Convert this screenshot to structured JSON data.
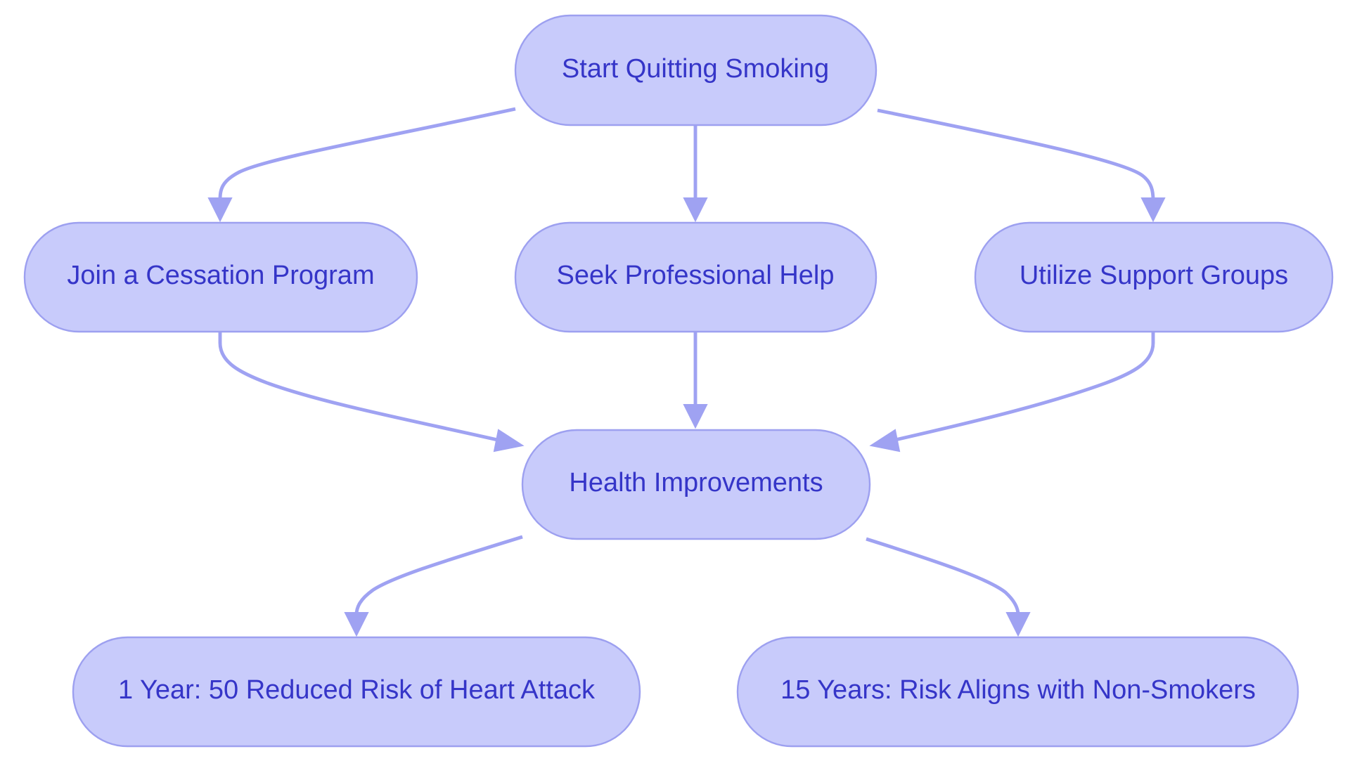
{
  "diagram": {
    "nodes": {
      "start": "Start Quitting Smoking",
      "cessation": "Join a Cessation Program",
      "professional": "Seek Professional Help",
      "support": "Utilize Support Groups",
      "health": "Health Improvements",
      "one_year": "1 Year: 50 Reduced Risk of Heart Attack",
      "fifteen_years": "15 Years: Risk Aligns with Non-Smokers"
    },
    "edges": [
      {
        "from": "start",
        "to": "cessation"
      },
      {
        "from": "start",
        "to": "professional"
      },
      {
        "from": "start",
        "to": "support"
      },
      {
        "from": "cessation",
        "to": "health"
      },
      {
        "from": "professional",
        "to": "health"
      },
      {
        "from": "support",
        "to": "health"
      },
      {
        "from": "health",
        "to": "one_year"
      },
      {
        "from": "health",
        "to": "fifteen_years"
      }
    ]
  },
  "colors": {
    "node_fill": "#c8cbfb",
    "node_stroke": "#9da0f0",
    "edge": "#9fa2f2",
    "text": "#3535c8"
  }
}
